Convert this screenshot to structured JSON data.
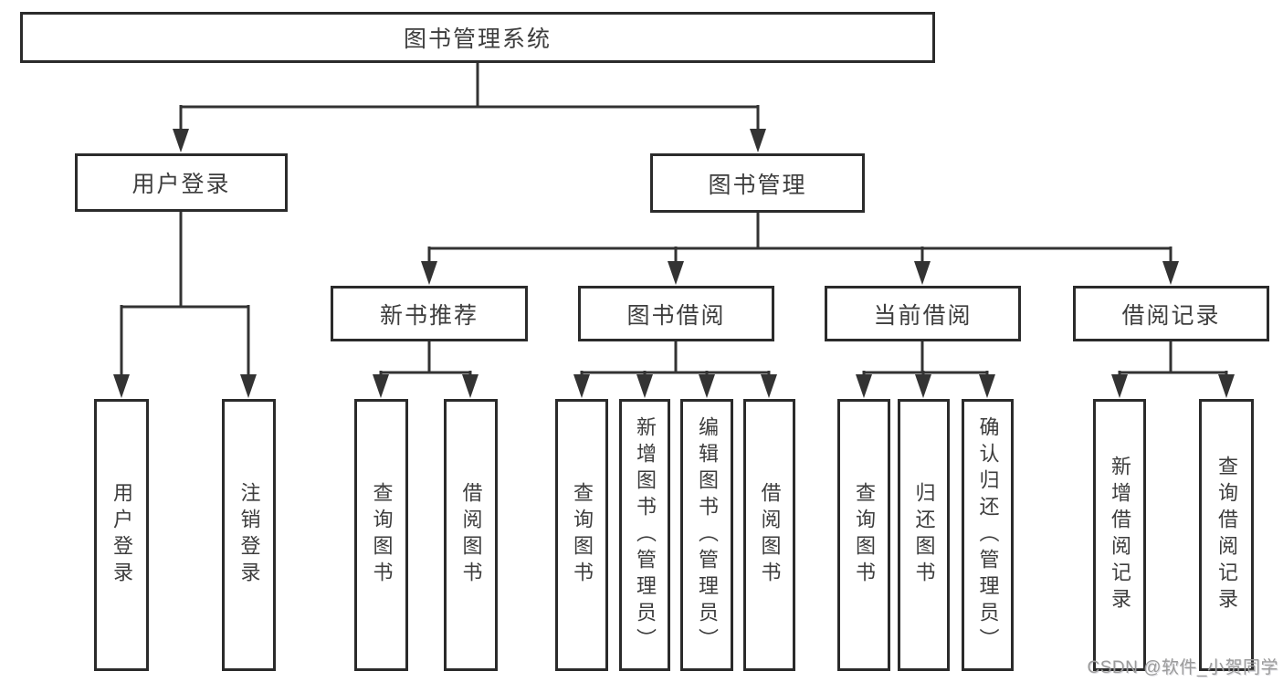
{
  "diagram": {
    "type": "hierarchy-tree",
    "root": {
      "label": "图书管理系统"
    },
    "level2": [
      {
        "label": "用户登录",
        "parent": "图书管理系统"
      },
      {
        "label": "图书管理",
        "parent": "图书管理系统"
      }
    ],
    "level3": [
      {
        "label": "新书推荐",
        "parent": "图书管理"
      },
      {
        "label": "图书借阅",
        "parent": "图书管理"
      },
      {
        "label": "当前借阅",
        "parent": "图书管理"
      },
      {
        "label": "借阅记录",
        "parent": "图书管理"
      }
    ],
    "leaves": [
      {
        "label": "用户登录",
        "parent": "用户登录"
      },
      {
        "label": "注销登录",
        "parent": "用户登录"
      },
      {
        "label": "查询图书",
        "parent": "新书推荐"
      },
      {
        "label": "借阅图书",
        "parent": "新书推荐"
      },
      {
        "label": "查询图书",
        "parent": "图书借阅"
      },
      {
        "label": "新增图书（管理员）",
        "parent": "图书借阅"
      },
      {
        "label": "编辑图书（管理员）",
        "parent": "图书借阅"
      },
      {
        "label": "借阅图书",
        "parent": "图书借阅"
      },
      {
        "label": "查询图书",
        "parent": "当前借阅"
      },
      {
        "label": "归还图书",
        "parent": "当前借阅"
      },
      {
        "label": "确认归还（管理员）",
        "parent": "当前借阅"
      },
      {
        "label": "新增借阅记录",
        "parent": "借阅记录"
      },
      {
        "label": "查询借阅记录",
        "parent": "借阅记录"
      }
    ],
    "colors": {
      "line": "#333333",
      "box_border": "#2b2b2b",
      "box_fill": "#ffffff",
      "text": "#3d3d3d",
      "background": "#ffffff"
    }
  },
  "watermark": {
    "text": "CSDN @软件_小贺同学",
    "color": "#9b9b9b"
  }
}
